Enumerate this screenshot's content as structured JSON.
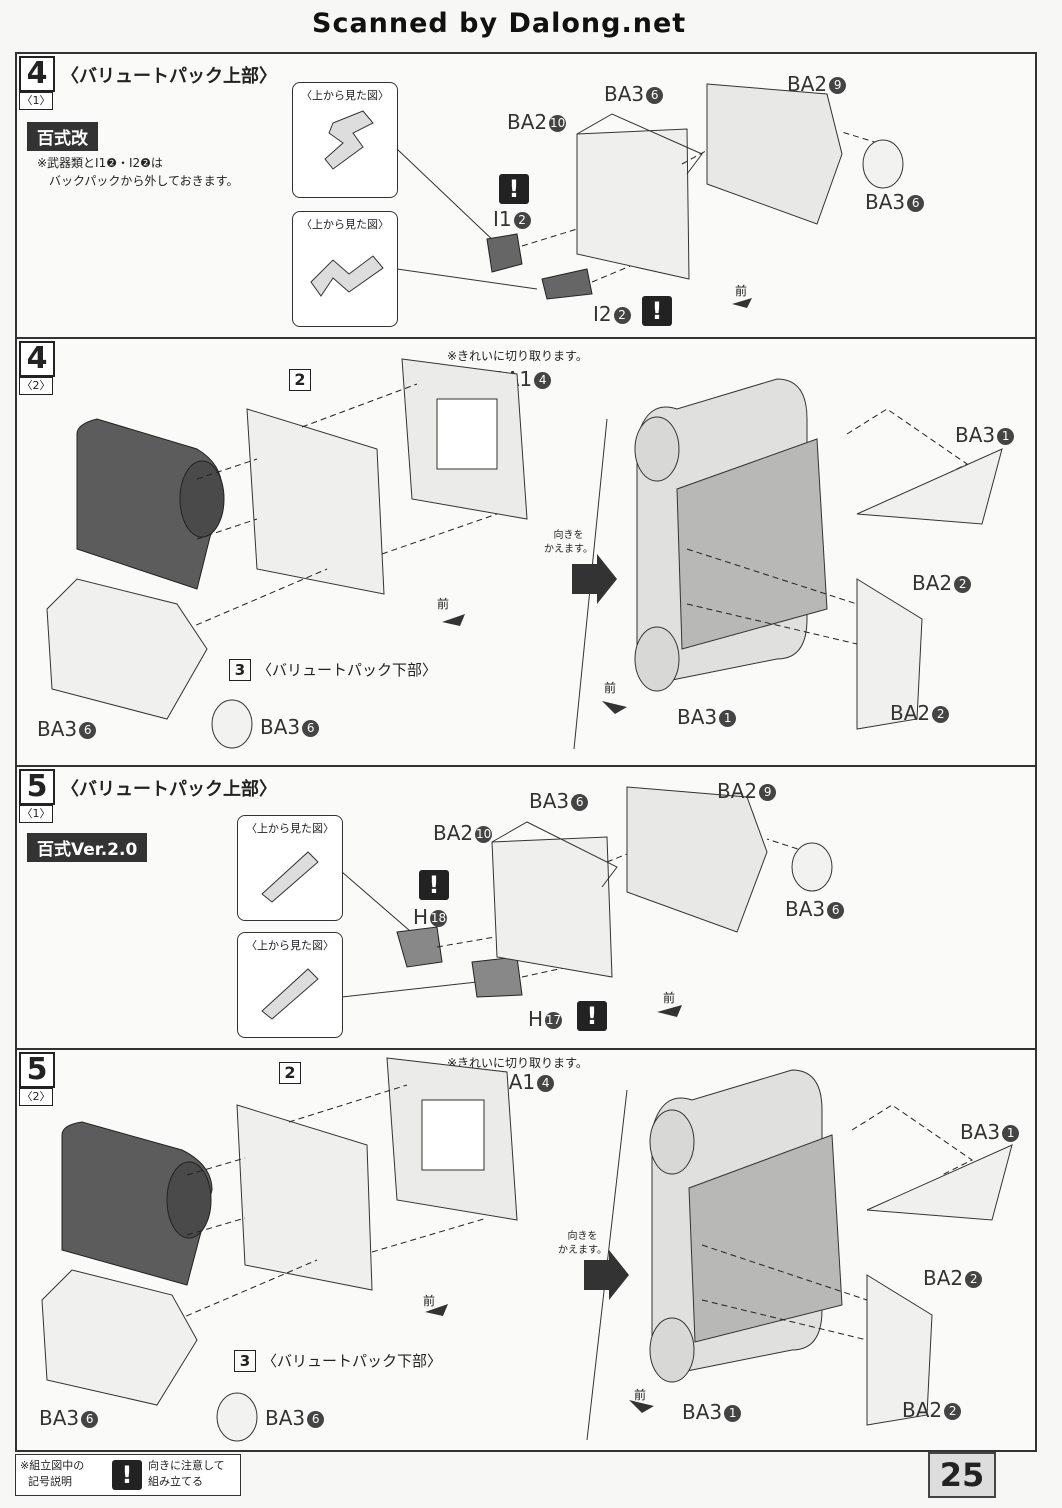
{
  "header": {
    "scan_text": "Scanned by Dalong.net"
  },
  "steps": [
    {
      "num": "4",
      "sub": "〈1〉",
      "title": "〈バリュートパック上部〉",
      "badge": "百式改",
      "note_line1": "※武器類とI1❷・I2❷は",
      "note_line2": "バックパックから外しておきます。",
      "view_title": "〈上から見た図〉",
      "labels": {
        "ba3_6_top": "BA3",
        "ba3_6_top_n": "6",
        "ba2_9": "BA2",
        "ba2_9_n": "9",
        "ba2_10": "BA2",
        "ba2_10_n": "10",
        "ba3_6_r": "BA3",
        "ba3_6_r_n": "6",
        "i1": "I1",
        "i1_n": "2",
        "i2": "I2",
        "i2_n": "2"
      },
      "mae": "前"
    },
    {
      "num": "4",
      "sub": "〈2〉",
      "box": "2",
      "kirei": "※きれいに切り取ります。",
      "ba1_4": "BA1",
      "ba1_4_n": "4",
      "sect3_num": "3",
      "sect3": "〈バリュートパック下部〉",
      "labels": {
        "ba3_6_a": "BA3",
        "ba3_6_a_n": "6",
        "ba3_6_b": "BA3",
        "ba3_6_b_n": "6",
        "ba3_1_t": "BA3",
        "ba3_1_t_n": "1",
        "ba2_2_a": "BA2",
        "ba2_2_a_n": "2",
        "ba3_1_b": "BA3",
        "ba3_1_b_n": "1",
        "ba2_2_b": "BA2",
        "ba2_2_b_n": "2"
      },
      "turn_line1": "向きを",
      "turn_line2": "かえます。",
      "mae": "前"
    },
    {
      "num": "5",
      "sub": "〈1〉",
      "title": "〈バリュートパック上部〉",
      "badge": "百式Ver.2.0",
      "view_title": "〈上から見た図〉",
      "labels": {
        "ba3_6_top": "BA3",
        "ba3_6_top_n": "6",
        "ba2_9": "BA2",
        "ba2_9_n": "9",
        "ba2_10": "BA2",
        "ba2_10_n": "10",
        "ba3_6_r": "BA3",
        "ba3_6_r_n": "6",
        "h18": "H",
        "h18_n": "18",
        "h17": "H",
        "h17_n": "17"
      },
      "mae": "前"
    },
    {
      "num": "5",
      "sub": "〈2〉",
      "box": "2",
      "kirei": "※きれいに切り取ります。",
      "ba1_4": "BA1",
      "ba1_4_n": "4",
      "sect3_num": "3",
      "sect3": "〈バリュートパック下部〉",
      "labels": {
        "ba3_6_a": "BA3",
        "ba3_6_a_n": "6",
        "ba3_6_b": "BA3",
        "ba3_6_b_n": "6",
        "ba3_1_t": "BA3",
        "ba3_1_t_n": "1",
        "ba2_2_a": "BA2",
        "ba2_2_a_n": "2",
        "ba3_1_b": "BA3",
        "ba3_1_b_n": "1",
        "ba2_2_b": "BA2",
        "ba2_2_b_n": "2"
      },
      "turn_line1": "向きを",
      "turn_line2": "かえます。",
      "mae": "前"
    }
  ],
  "footer": {
    "legend_line1": "※組立図中の",
    "legend_line2": "記号説明",
    "legend_desc1": "向きに注意して",
    "legend_desc2": "組み立てる",
    "page": "25"
  },
  "colors": {
    "ink": "#222222",
    "part_fill": "#e8e8e6",
    "dark_part": "#555555"
  }
}
